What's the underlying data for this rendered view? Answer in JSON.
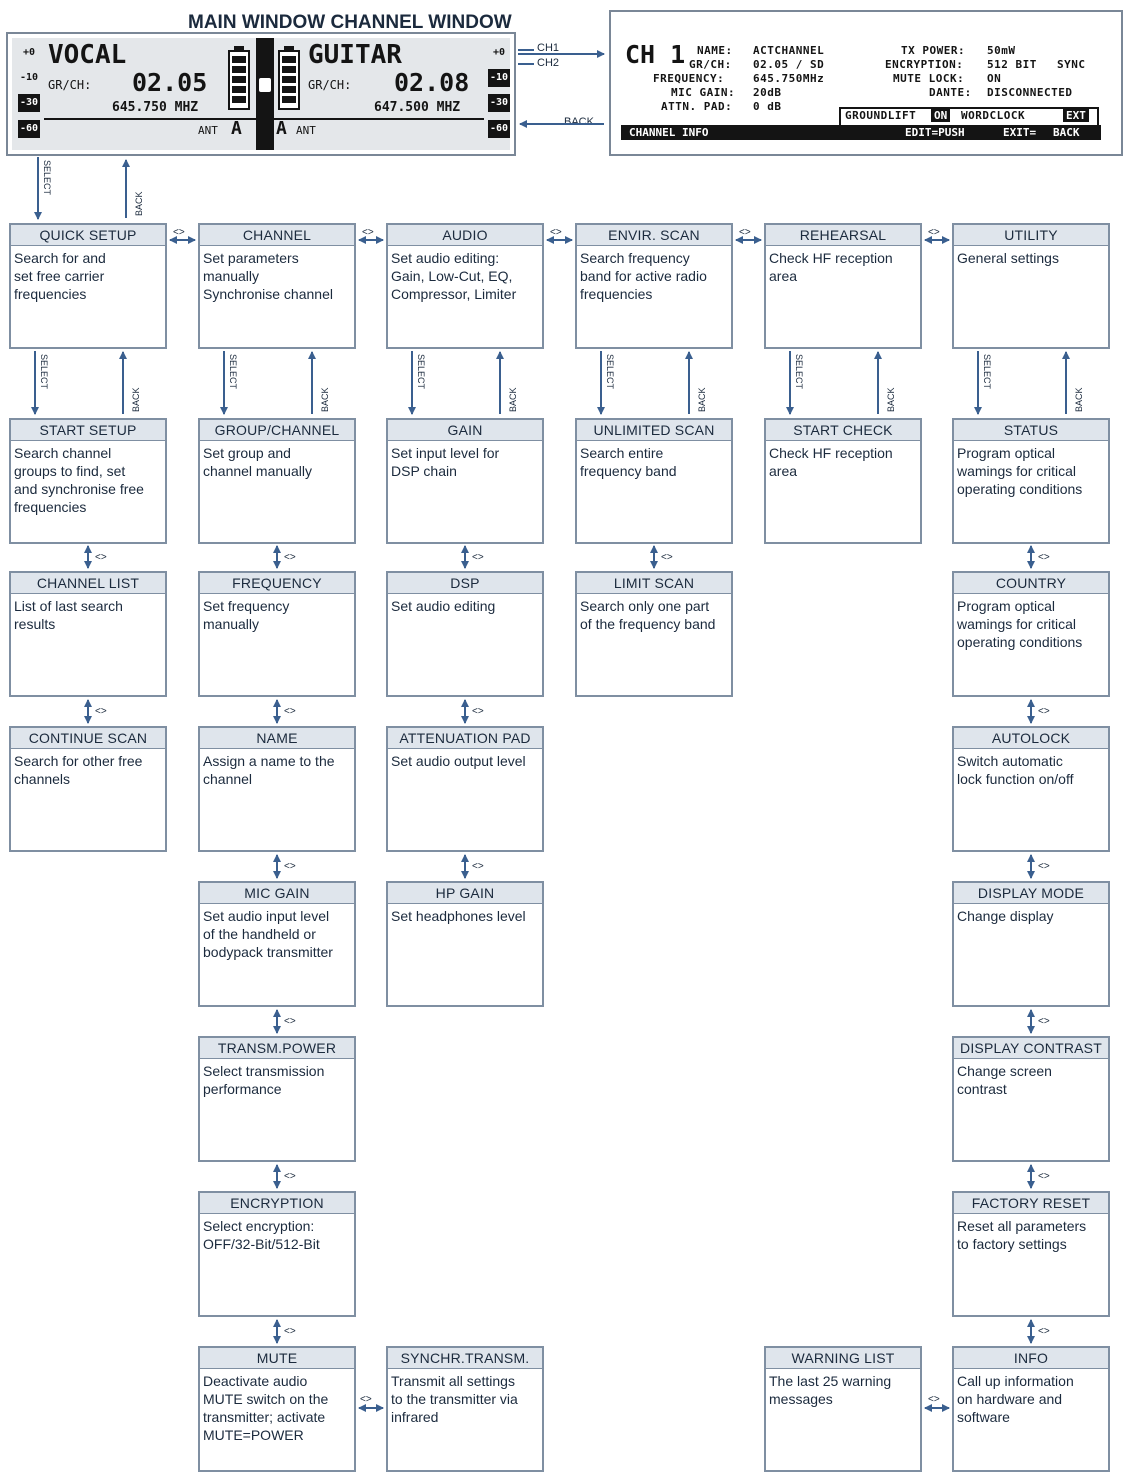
{
  "header": {
    "title": "MAIN WINDOW CHANNEL WINDOW"
  },
  "main_lcd": {
    "left": {
      "name": "VOCAL",
      "grch_label": "GR/CH:",
      "grch_value": "02.05",
      "freq": "645.750 MHZ",
      "ant_label": "ANT",
      "ant_value": "A"
    },
    "right": {
      "name": "GUITAR",
      "grch_label": "GR/CH:",
      "grch_value": "02.08",
      "freq": "647.500 MHZ",
      "ant_label": "ANT",
      "ant_value": "A"
    },
    "scale_left": [
      "+0",
      "-10",
      "-30",
      "-60"
    ],
    "scale_right": [
      "+0",
      "-10",
      "-30",
      "-60"
    ]
  },
  "channel_lcd": {
    "title": "CH 1",
    "rows_left": [
      {
        "label": "NAME:",
        "value": "ACTCHANNEL"
      },
      {
        "label": "GR/CH:",
        "value": "02.05 / SD"
      },
      {
        "label": "FREQUENCY:",
        "value": "645.750MHz"
      },
      {
        "label": "MIC GAIN:",
        "value": "20dB"
      },
      {
        "label": "ATTN. PAD:",
        "value": "0 dB"
      }
    ],
    "rows_right": [
      {
        "label": "TX POWER:",
        "value": "50mW"
      },
      {
        "label": "ENCRYPTION:",
        "value": "512 BIT"
      },
      {
        "label": "MUTE LOCK:",
        "value": "ON"
      },
      {
        "label": "DANTE:",
        "value": "DISCONNECTED"
      }
    ],
    "sync": "SYNC",
    "groundlift": "GROUNDLIFT",
    "groundlift_value": "ON",
    "wordclock": "WORDCLOCK",
    "wordclock_value": "EXT",
    "footer_left": "CHANNEL INFO",
    "footer_edit": "EDIT=PUSH",
    "footer_exit": "EXIT=",
    "footer_back": "BACK"
  },
  "labels": {
    "ch1": "CH1",
    "ch2": "CH2",
    "back": "BACK",
    "select": "SELECT",
    "nav": "<>"
  },
  "boxes": {
    "quick_setup": {
      "title": "QUICK SETUP",
      "text": "Search for and\nset free carrier\nfrequencies"
    },
    "channel": {
      "title": "CHANNEL",
      "text": "Set parameters\nmanually\nSynchronise channel"
    },
    "audio": {
      "title": "AUDIO",
      "text": "Set audio editing:\nGain, Low-Cut, EQ,\nCompressor, Limiter"
    },
    "envir_scan": {
      "title": "ENVIR. SCAN",
      "text": "Search frequency\nband for active radio\nfrequencies"
    },
    "rehearsal": {
      "title": "REHEARSAL",
      "text": "Check HF reception\narea"
    },
    "utility": {
      "title": "UTILITY",
      "text": "General settings"
    },
    "start_setup": {
      "title": "START SETUP",
      "text": "Search channel\ngroups to find, set\nand synchronise free\nfrequencies"
    },
    "group_channel": {
      "title": "GROUP/CHANNEL",
      "text": "Set group and\nchannel manually"
    },
    "gain": {
      "title": "GAIN",
      "text": "Set input level for\nDSP chain"
    },
    "unlimited_scan": {
      "title": "UNLIMITED SCAN",
      "text": "Search entire\nfrequency band"
    },
    "start_check": {
      "title": "START CHECK",
      "text": "Check HF reception\narea"
    },
    "status": {
      "title": "STATUS",
      "text": "Program optical\nwamings for critical\noperating conditions"
    },
    "channel_list": {
      "title": "CHANNEL LIST",
      "text": "List of last search\nresults"
    },
    "frequency": {
      "title": "FREQUENCY",
      "text": "Set frequency\nmanually"
    },
    "dsp": {
      "title": "DSP",
      "text": "Set audio editing"
    },
    "limit_scan": {
      "title": "LIMIT SCAN",
      "text": "Search only one part\nof the frequency band"
    },
    "country": {
      "title": "COUNTRY",
      "text": "Program optical\nwamings for critical\noperating conditions"
    },
    "continue_scan": {
      "title": "CONTINUE SCAN",
      "text": "Search for other free\nchannels"
    },
    "name": {
      "title": "NAME",
      "text": "Assign a name to the\nchannel"
    },
    "attenuation_pad": {
      "title": "ATTENUATION PAD",
      "text": "Set audio output level"
    },
    "autolock": {
      "title": "AUTOLOCK",
      "text": "Switch automatic\nlock function on/off"
    },
    "mic_gain": {
      "title": "MIC GAIN",
      "text": "Set audio input level\nof the handheld or\nbodypack transmitter"
    },
    "hp_gain": {
      "title": "HP GAIN",
      "text": "Set headphones level"
    },
    "display_mode": {
      "title": "DISPLAY MODE",
      "text": "Change display"
    },
    "transm_power": {
      "title": "TRANSM.POWER",
      "text": "Select transmission\nperformance"
    },
    "display_contrast": {
      "title": "DISPLAY CONTRAST",
      "text": "Change screen\ncontrast"
    },
    "encryption": {
      "title": "ENCRYPTION",
      "text": "Select encryption:\nOFF/32-Bit/512-Bit"
    },
    "factory_reset": {
      "title": "FACTORY RESET",
      "text": "Reset all parameters\nto factory settings"
    },
    "mute": {
      "title": "MUTE",
      "text": "Deactivate audio\nMUTE switch on the\ntransmitter; activate\nMUTE=POWER"
    },
    "synchr_transm": {
      "title": "SYNCHR.TRANSM.",
      "text": "Transmit all settings\nto the transmitter via\ninfrared"
    },
    "warning_list": {
      "title": "WARNING LIST",
      "text": "The last 25 warning\nmessages"
    },
    "info": {
      "title": "INFO",
      "text": "Call up information\non hardware and\nsoftware"
    }
  },
  "colors": {
    "box_border": "#7f8fa2",
    "box_header": "#dfe5ec",
    "arrow": "#3a5f8f",
    "lcd_bg": "#e4e7ea",
    "lcd_dark": "#141414"
  }
}
